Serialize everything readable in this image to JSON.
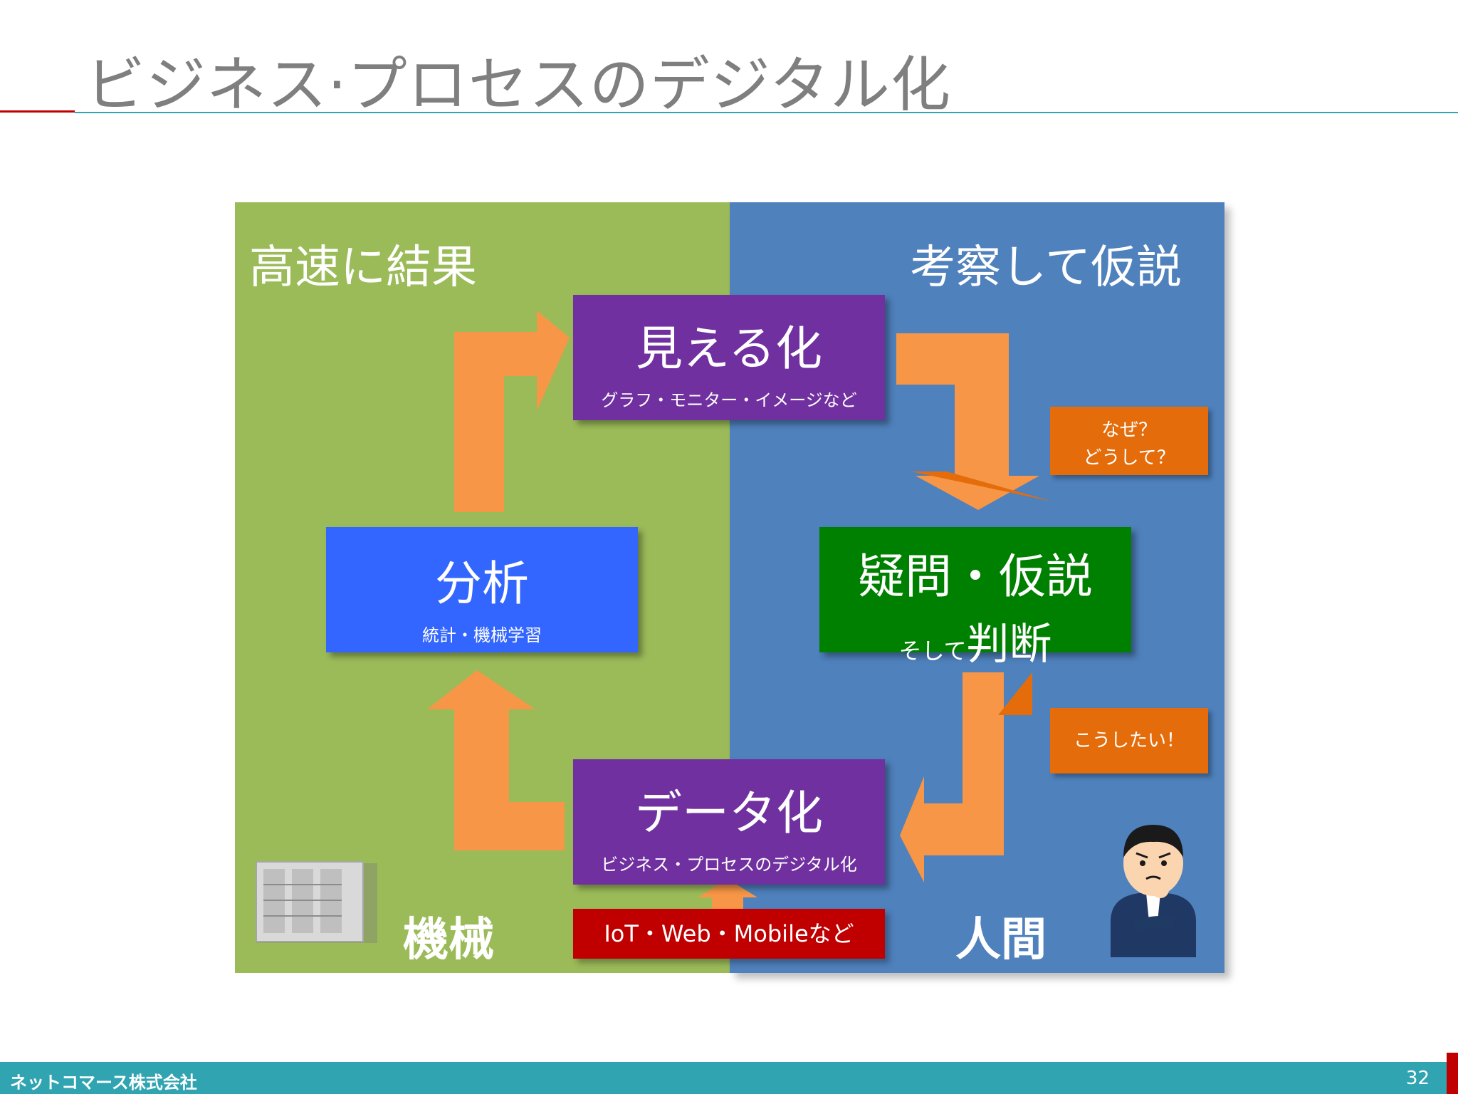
{
  "slide": {
    "title": "ビジネス·プロセスのデジタル化",
    "page_number": "32",
    "company": "ネットコマース株式会社"
  },
  "diagram": {
    "left_heading": "高速に結果",
    "right_heading": "考察して仮説",
    "visualize": {
      "title": "見える化",
      "subtitle": "グラフ・モニター・イメージなど"
    },
    "analysis": {
      "title": "分析",
      "subtitle": "統計・機械学習"
    },
    "question": {
      "title": "疑問・仮説",
      "prefix": "そして",
      "emphasis": "判断"
    },
    "datafy": {
      "title": "データ化",
      "subtitle": "ビジネス・プロセスのデジタル化"
    },
    "sources": "IoT・Web・Mobileなど",
    "bubble_why": [
      "なぜ？",
      "どうして？"
    ],
    "bubble_want": "こうしたい！",
    "machine_label": "機械",
    "human_label": "人間"
  },
  "colors": {
    "green_panel": "#9bbb59",
    "blue_panel": "#4f81bd",
    "arrow": "#f79646",
    "purple_box": "#7030a0",
    "analysis_box": "#3366ff",
    "judgement_box": "#008000",
    "sources_box": "#c00000",
    "bubble": "#e46c0a",
    "accent": "#31a4b2"
  }
}
